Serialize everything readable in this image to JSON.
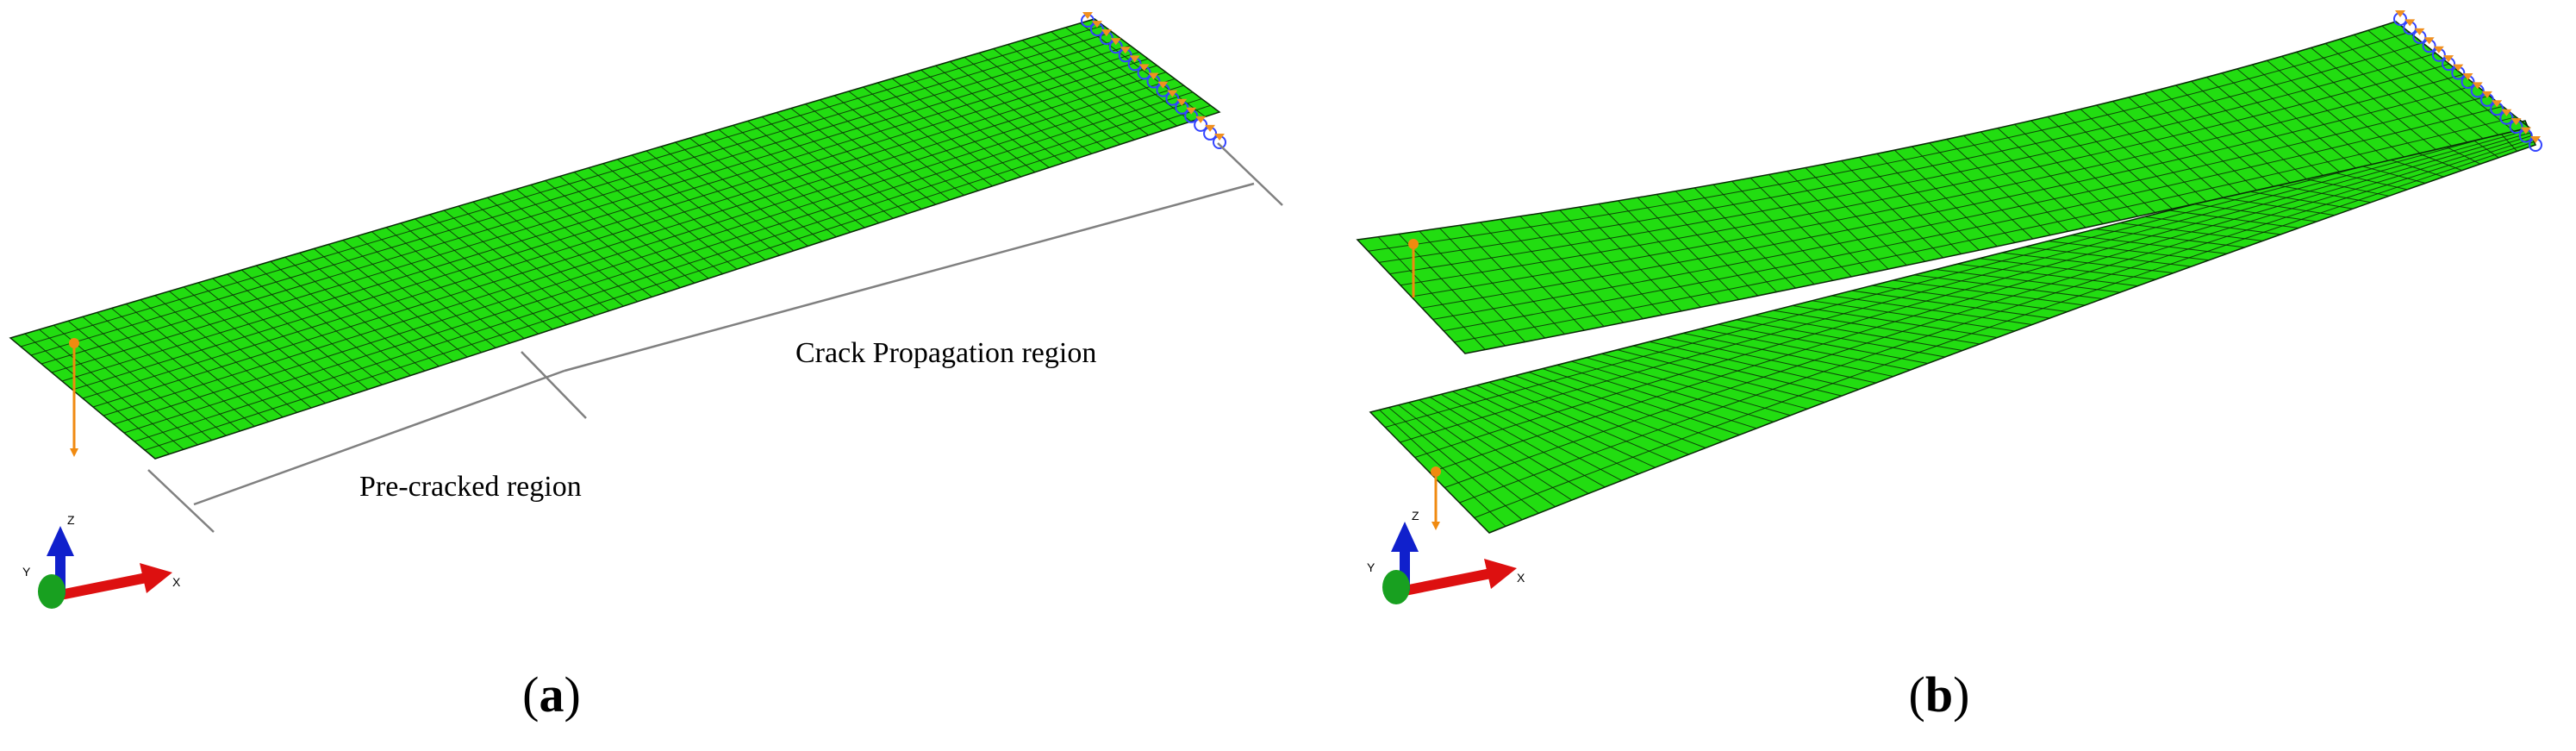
{
  "panels": [
    {
      "id": "a",
      "label_open": "(",
      "label_letter": "a",
      "label_close": ")",
      "annotations": {
        "crack_propagation": "Crack Propagation region",
        "pre_cracked": "Pre-cracked region"
      }
    },
    {
      "id": "b",
      "label_open": "(",
      "label_letter": "b",
      "label_close": ")"
    }
  ],
  "triad": {
    "x": "X",
    "y": "Y",
    "z": "Z"
  },
  "colors": {
    "mesh_fill": "#22dd11",
    "mesh_line": "#0a2a08",
    "load_arrow": "#f08a10",
    "boundary_blue": "#3344ff",
    "boundary_orange": "#f09020",
    "axis_x": "#dd1010",
    "axis_y": "#18a020",
    "axis_z": "#1020cc",
    "dim_line": "#808080"
  },
  "icons": [
    "load-arrow-icon",
    "boundary-condition-icon",
    "coordinate-triad-icon"
  ]
}
